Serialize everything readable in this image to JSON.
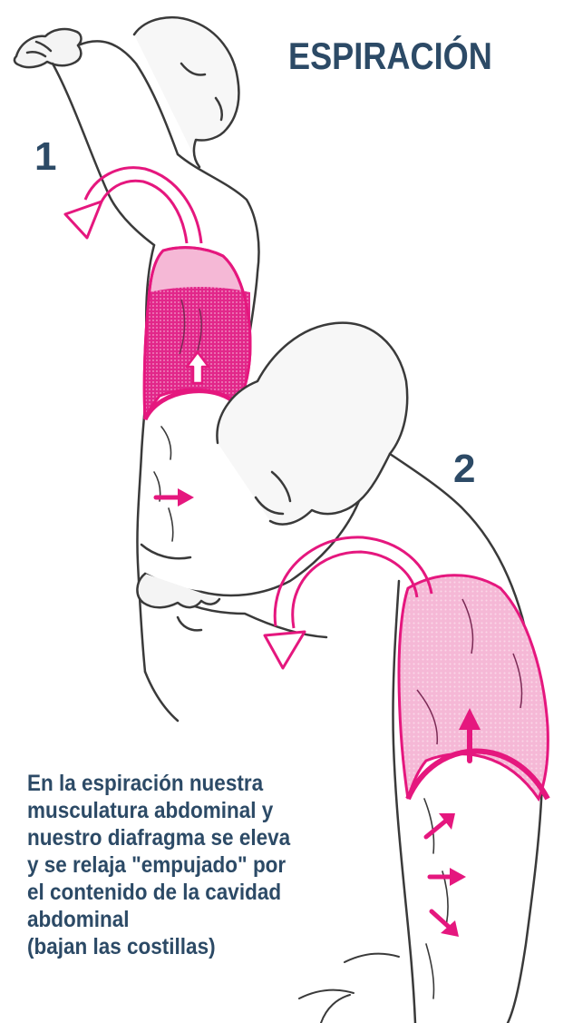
{
  "title": "ESPIRACIÓN",
  "steps": {
    "one": "1",
    "two": "2"
  },
  "caption": {
    "lines": [
      "En la espiración nuestra",
      "musculatura abdominal y",
      "nuestro diafragma se eleva",
      "y se relaja \"empujado\" por",
      "el contenido de la cavidad",
      "abdominal",
      "(bajan las costillas)"
    ]
  },
  "colors": {
    "text": "#2c4a66",
    "accent": "#e5177e",
    "lung_light": "#f5b8d6",
    "lung_dark": "#e2278a",
    "outline": "#3a3a3a"
  }
}
